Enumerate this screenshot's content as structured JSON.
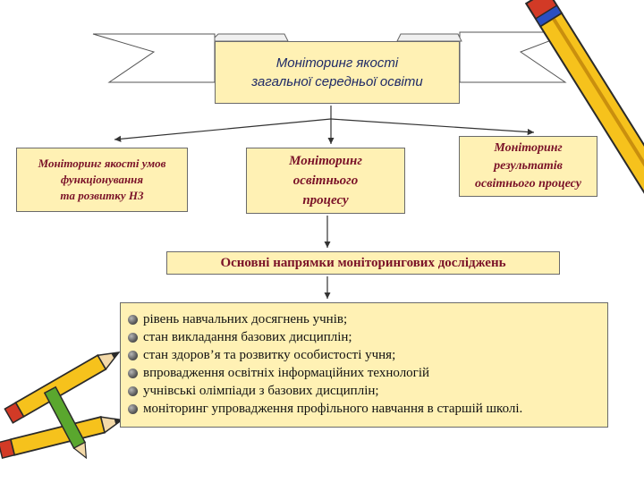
{
  "title_box": {
    "lines": [
      "Моніторинг якості",
      "загальної середньої освіти"
    ]
  },
  "branches": [
    {
      "lines": [
        "Моніторинг якості умов",
        "функціонування",
        "та розвитку НЗ"
      ]
    },
    {
      "lines": [
        "Моніторинг",
        "освітнього",
        "процесу"
      ]
    },
    {
      "lines": [
        "Моніторинг",
        "результатів",
        "освітнього процесу"
      ]
    }
  ],
  "heading": "Основні напрямки моніторингових досліджень",
  "directions": [
    "рівень навчальних досягнень учнів;",
    "стан викладання базових дисциплін;",
    "стан здоров’я та розвитку особистості учня;",
    "впровадження освітніх інформаційних технологій",
    "учнівські олімпіади з базових дисциплін;",
    "моніторинг упровадження профільного навчання в старшій школі."
  ],
  "colors": {
    "box_fill": "#fff1b4",
    "branch_text": "#7a1228",
    "title_text": "#1f2a66"
  },
  "decorations": [
    "pencil-icon",
    "pencil-icon"
  ]
}
